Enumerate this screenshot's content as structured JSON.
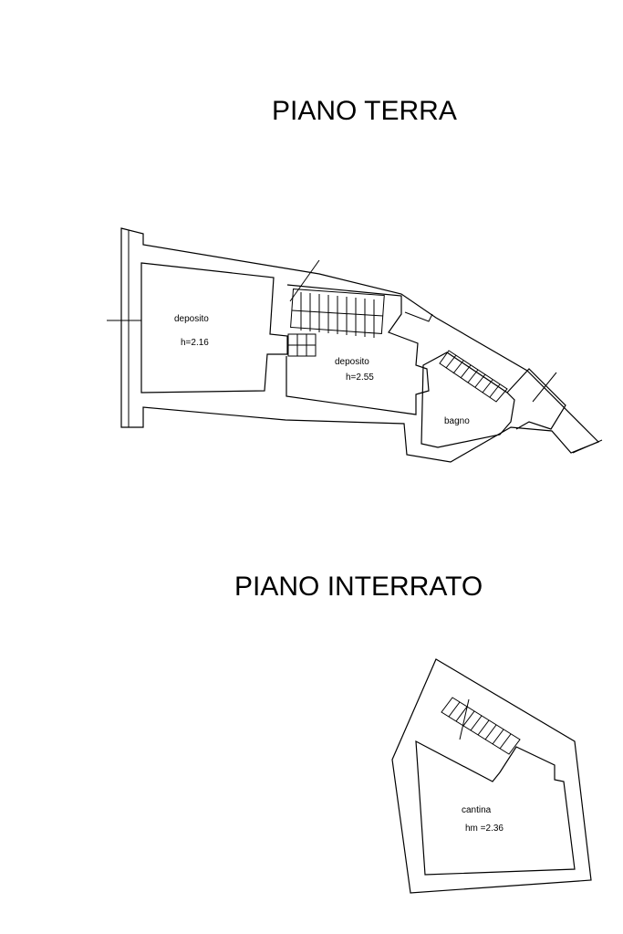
{
  "floors": {
    "ground": {
      "title": "PIANO TERRA",
      "rooms": [
        {
          "name": "deposito",
          "height": "h=2.16"
        },
        {
          "name": "deposito",
          "height": "h=2.55"
        },
        {
          "name": "bagno"
        }
      ]
    },
    "basement": {
      "title": "PIANO INTERRATO",
      "rooms": [
        {
          "name": "cantina",
          "height": "hm =2.36"
        }
      ]
    }
  }
}
